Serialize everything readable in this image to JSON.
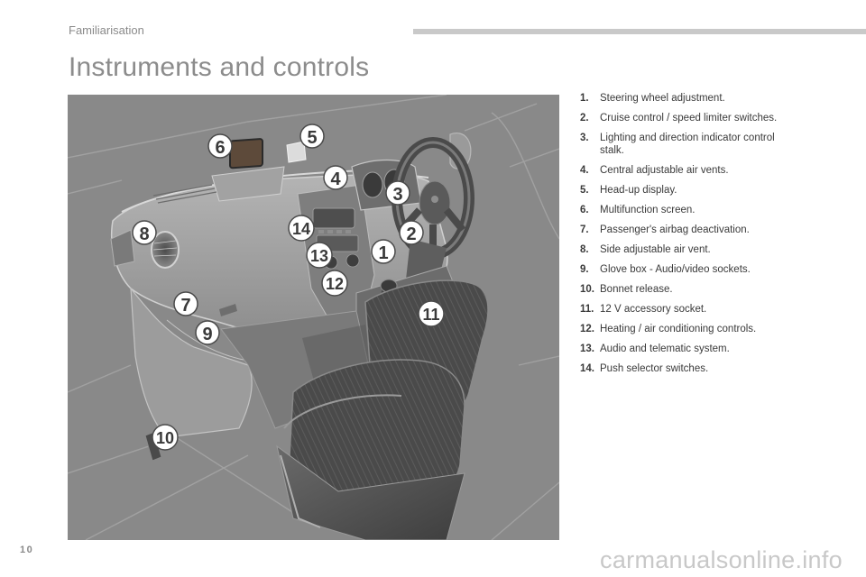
{
  "header": {
    "section": "Familiarisation",
    "title": "Instruments and controls"
  },
  "figure": {
    "callouts": [
      "1",
      "2",
      "3",
      "4",
      "5",
      "6",
      "7",
      "8",
      "9",
      "10",
      "11",
      "12",
      "13",
      "14"
    ]
  },
  "legend": {
    "items": [
      {
        "num": "1.",
        "text": "Steering wheel adjustment."
      },
      {
        "num": "2.",
        "text": "Cruise control / speed limiter switches."
      },
      {
        "num": "3.",
        "text": "Lighting and direction indicator control stalk."
      },
      {
        "num": "4.",
        "text": "Central adjustable air vents."
      },
      {
        "num": "5.",
        "text": "Head-up display."
      },
      {
        "num": "6.",
        "text": "Multifunction screen."
      },
      {
        "num": "7.",
        "text": "Passenger's airbag deactivation."
      },
      {
        "num": "8.",
        "text": "Side adjustable air vent."
      },
      {
        "num": "9.",
        "text": "Glove box - Audio/video sockets."
      },
      {
        "num": "10.",
        "text": "Bonnet release."
      },
      {
        "num": "11.",
        "text": "12 V accessory socket."
      },
      {
        "num": "12.",
        "text": "Heating / air conditioning controls."
      },
      {
        "num": "13.",
        "text": "Audio and telematic system."
      },
      {
        "num": "14.",
        "text": "Push selector switches."
      }
    ]
  },
  "footer": {
    "page_number": "10",
    "watermark": "carmanualsonline.info"
  }
}
